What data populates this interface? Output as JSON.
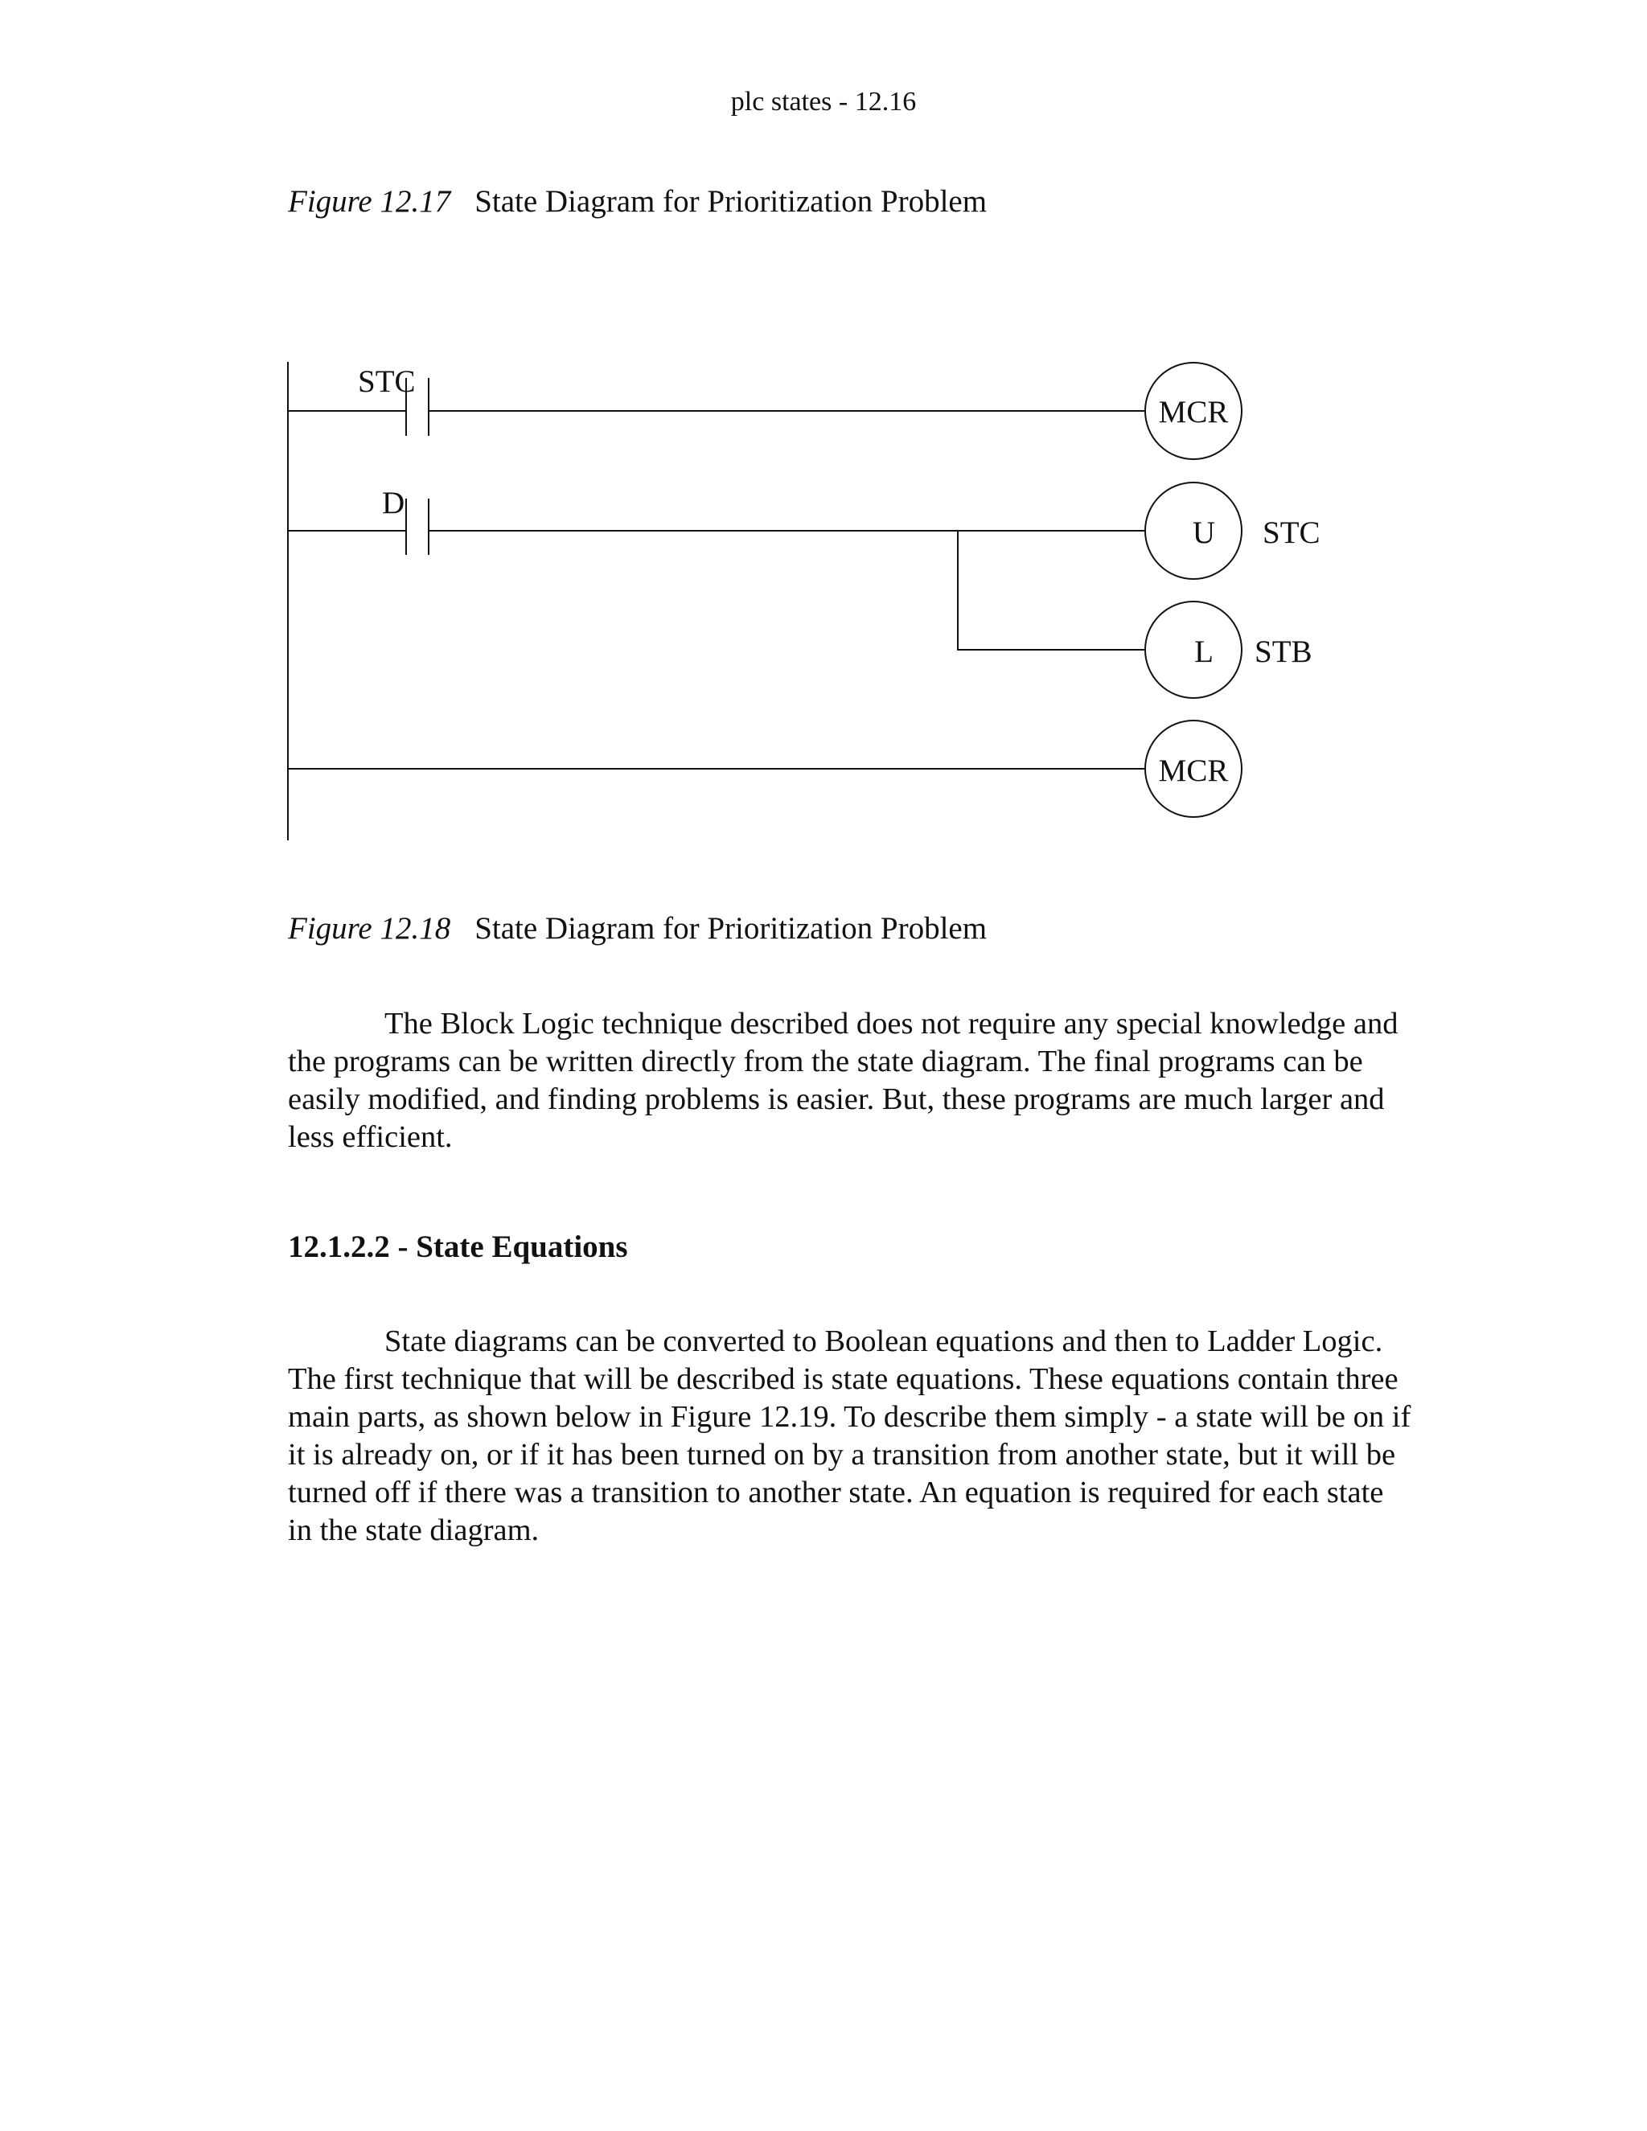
{
  "page_header": "plc states - 12.16",
  "figure_12_17": {
    "number": "Figure 12.17",
    "title": "State Diagram for Prioritization Problem"
  },
  "ladder": {
    "rung1_contact": "STC",
    "rung1_coil": "MCR",
    "rung2_contact": "D",
    "rung2_coil_unlatch": "U",
    "rung2_coil_unlatch_tag": "STC",
    "rung2_coil_latch": "L",
    "rung2_coil_latch_tag": "STB",
    "rung3_coil": "MCR"
  },
  "figure_12_18": {
    "number": "Figure 12.18",
    "title": "State Diagram for Prioritization Problem"
  },
  "paragraph_1": "The Block Logic technique described does not require any special knowledge and\nthe programs can be written directly from the state diagram. The final programs can be\neasily modified, and finding problems is easier. But, these programs are much larger and\nless efficient.",
  "section_heading": "12.1.2.2 - State Equations",
  "paragraph_2": "State diagrams can be converted to Boolean equations and then to Ladder Logic.\nThe first technique that will be described is state equations. These equations contain three\nmain parts, as shown below in Figure 12.19. To describe them simply - a state will be on if\nit is already on, or if it has been turned on by a transition from another state, but it will be\nturned off if there was a transition to another state. An equation is required for each state\nin the state diagram."
}
